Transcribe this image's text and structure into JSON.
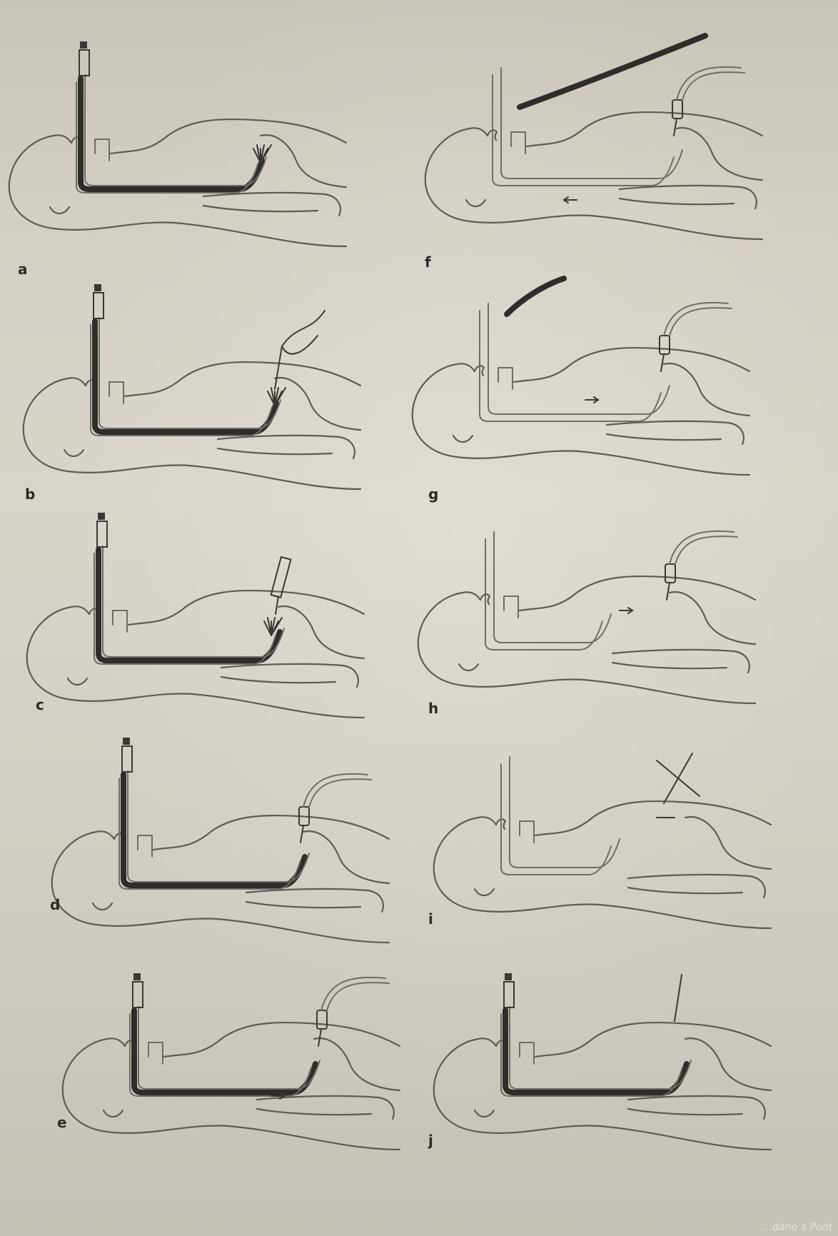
{
  "figure": {
    "panels": [
      {
        "id": "a",
        "label": "a",
        "step": "tube-only"
      },
      {
        "id": "b",
        "label": "b",
        "step": "needle"
      },
      {
        "id": "c",
        "label": "c",
        "step": "syringe"
      },
      {
        "id": "d",
        "label": "d",
        "step": "sheath"
      },
      {
        "id": "e",
        "label": "e",
        "step": "bent-scope"
      },
      {
        "id": "f",
        "label": "f",
        "step": "wire-pull"
      },
      {
        "id": "g",
        "label": "g",
        "step": "pull-short"
      },
      {
        "id": "h",
        "label": "h",
        "step": "pulled"
      },
      {
        "id": "i",
        "label": "i",
        "step": "scissors"
      },
      {
        "id": "j",
        "label": "j",
        "step": "final"
      }
    ],
    "corner_text": "…dano a Pont"
  }
}
